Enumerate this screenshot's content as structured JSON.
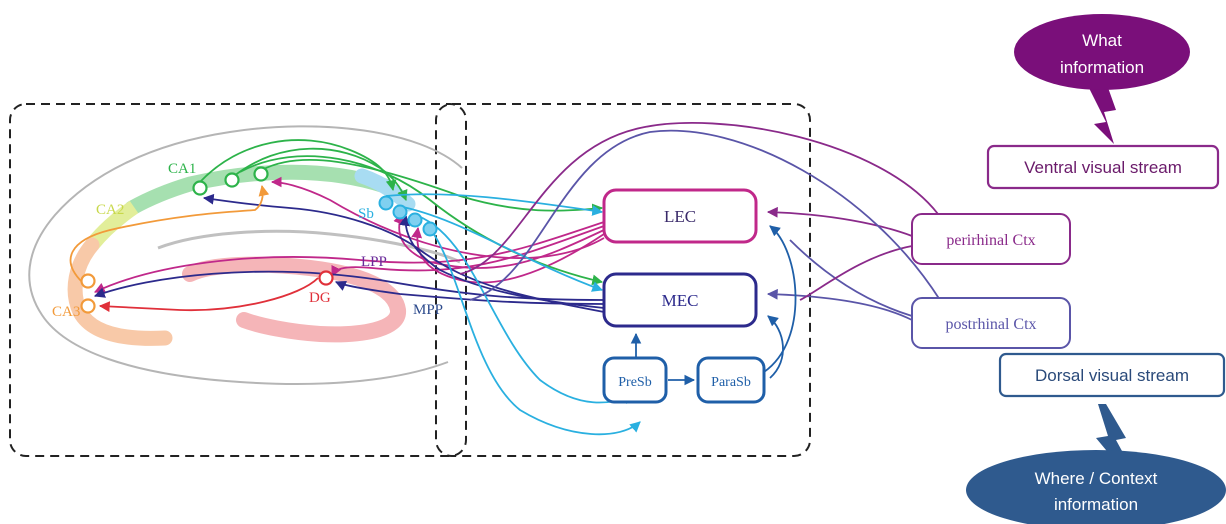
{
  "hippocampus": {
    "labels": {
      "ca1": "CA1",
      "ca2": "CA2",
      "ca3": "CA3",
      "dg": "DG",
      "sb": "Sb",
      "lpp": "LPP",
      "mpp": "MPP"
    }
  },
  "regions": {
    "lec": "LEC",
    "mec": "MEC",
    "presb": "PreSb",
    "parasb": "ParaSb",
    "perirhinal": "perirhinal Ctx",
    "postrhinal": "postrhinal Ctx"
  },
  "streams": {
    "ventral": "Ventral visual stream",
    "dorsal": "Dorsal visual stream"
  },
  "callouts": {
    "what_line1": "What",
    "what_line2": "information",
    "where_line1": "Where / Context",
    "where_line2": "information"
  },
  "colors": {
    "ca1": "#2db34a",
    "ca2": "#c8e06a",
    "ca3": "#f29a3a",
    "dg": "#e0303a",
    "sb": "#2ab0e0",
    "lec": "#c0288a",
    "mec": "#2c2a8c",
    "presb": "#1f5fa8",
    "perirhinal": "#8a2a8a",
    "postrhinal": "#5a55a8",
    "what_callout": "#7a0f7a",
    "where_callout": "#2f5a8e"
  }
}
